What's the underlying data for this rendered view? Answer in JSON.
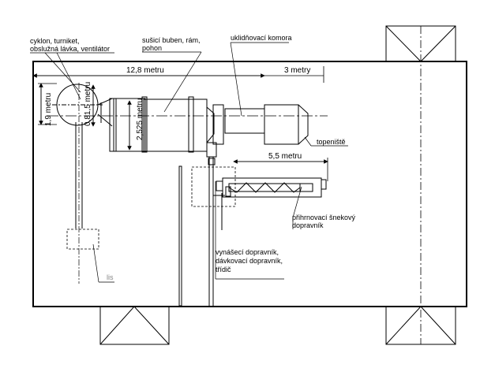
{
  "labels": {
    "cyclone_line1": "cyklon, turniket,",
    "cyclone_line2": "obslužná lávka, ventilátor",
    "drum_line1": "sušicí buben, rám,",
    "drum_line2": "pohon",
    "chamber": "uklidňovací komora",
    "furnace": "topeniště",
    "screw_line1": "přihrnovací šnekový",
    "screw_line2": "dopravník",
    "conveyors_line1": "vynášecí dopravník,",
    "conveyors_line2": "dávkovací dopravník,",
    "conveyors_line3": "třídič",
    "press": "lis"
  },
  "dimensions": {
    "length_total": "12,8 metru",
    "length_furnace": "3 metry",
    "length_screw": "5,5 metru",
    "height_cyclone": "1,9 metru",
    "diameter_cyclone": "0,81,5 metru",
    "diameter_drum": "2,525 metru"
  },
  "colors": {
    "line": "#000000",
    "press_label": "#888888"
  }
}
